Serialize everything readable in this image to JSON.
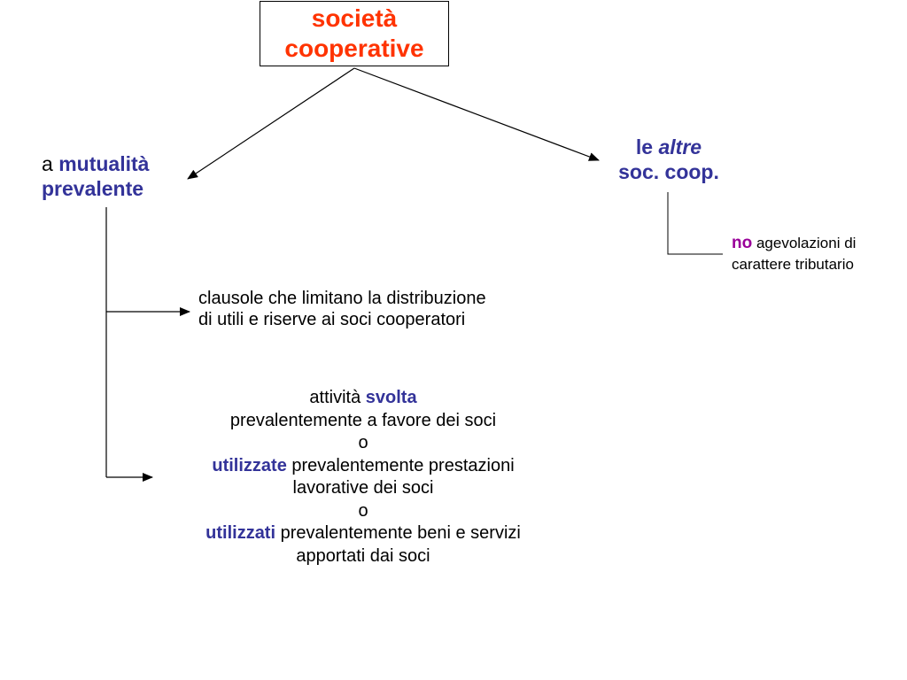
{
  "root": {
    "line1": "società",
    "line2": "cooperative"
  },
  "left_branch": {
    "prefix": "a",
    "bold1": "mutualità",
    "bold2": "prevalente"
  },
  "right_branch": {
    "prefix": "le",
    "italic": "altre",
    "line2": "soc. coop."
  },
  "right_note": {
    "bold": "no",
    "rest1": "agevolazioni di",
    "line2": "carattere tributario"
  },
  "clausole": {
    "line1": "clausole che limitano la distribuzione",
    "line2": "di utili e riserve ai soci cooperatori"
  },
  "attivita": {
    "l1_plain": "attività",
    "l1_bold": "svolta",
    "l2": "prevalentemente a favore dei soci",
    "l3": "o",
    "l4_bold": "utilizzate",
    "l4_plain": "prevalentemente prestazioni",
    "l5": "lavorative dei soci",
    "l6": "o",
    "l7_bold": "utilizzati",
    "l7_plain": "prevalentemente beni e servizi",
    "l8": "apportati dai soci"
  },
  "colors": {
    "title": "#ff3300",
    "accent_blue": "#333399",
    "accent_purple": "#990099"
  }
}
